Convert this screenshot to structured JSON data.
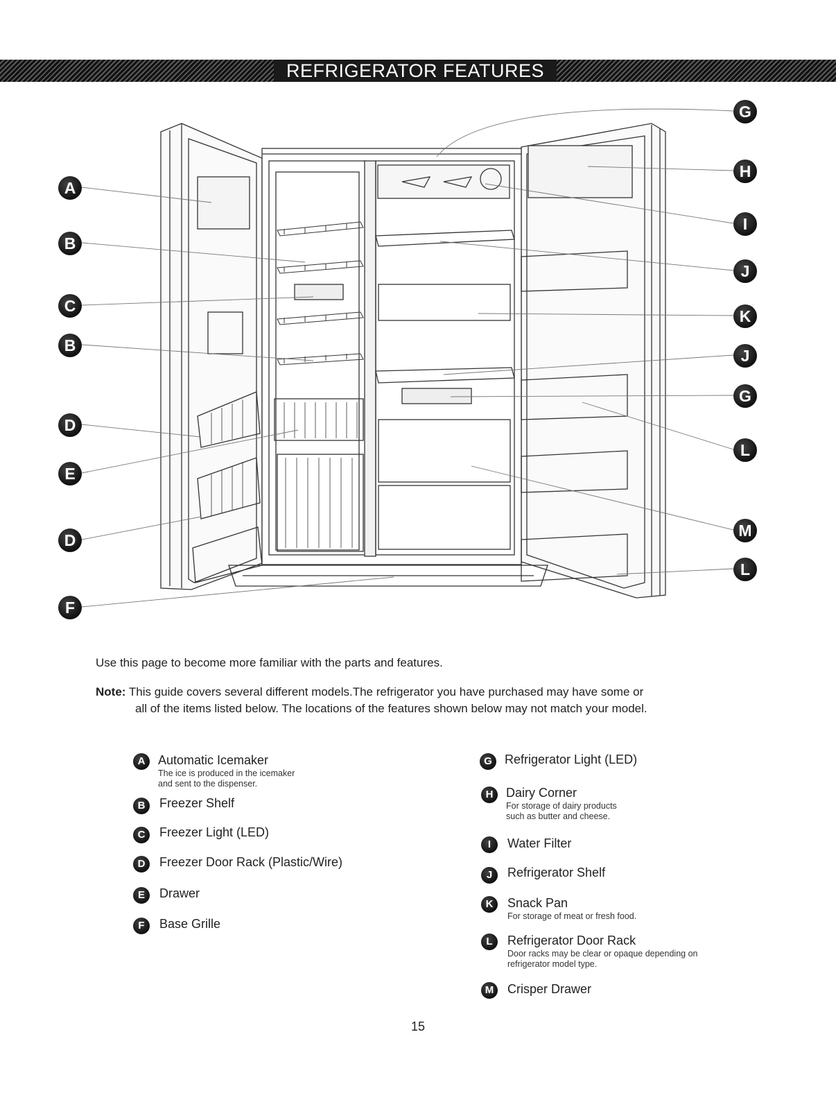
{
  "header": {
    "title": "REFRIGERATOR FEATURES"
  },
  "diagram": {
    "callouts_left": [
      "A",
      "B",
      "C",
      "B",
      "D",
      "E",
      "D",
      "F"
    ],
    "callouts_right": [
      "G",
      "H",
      "I",
      "J",
      "K",
      "J",
      "G",
      "L",
      "M",
      "L"
    ]
  },
  "intro": "Use this page to become more familiar with the parts and features.",
  "note": {
    "label": "Note:",
    "line1": "This guide covers several different models.The refrigerator you have purchased may have some or",
    "line2": "all of the items listed below. The locations of the features shown below may not match your model."
  },
  "features_left": [
    {
      "key": "A",
      "title": "Automatic Icemaker",
      "desc1": "The ice is produced in the icemaker",
      "desc2": "and sent to the dispenser."
    },
    {
      "key": "B",
      "title": "Freezer Shelf"
    },
    {
      "key": "C",
      "title": "Freezer Light (LED)"
    },
    {
      "key": "D",
      "title": "Freezer Door Rack (Plastic/Wire)"
    },
    {
      "key": "E",
      "title": "Drawer"
    },
    {
      "key": "F",
      "title": "Base Grille"
    }
  ],
  "features_right": [
    {
      "key": "G",
      "title": "Refrigerator Light (LED)"
    },
    {
      "key": "H",
      "title": "Dairy Corner",
      "desc1": "For storage of dairy products",
      "desc2": "such as butter and cheese."
    },
    {
      "key": "I",
      "title": "Water Filter"
    },
    {
      "key": "J",
      "title": "Refrigerator Shelf"
    },
    {
      "key": "K",
      "title": "Snack Pan",
      "desc1": "For storage of meat or fresh food."
    },
    {
      "key": "L",
      "title": "Refrigerator Door Rack",
      "desc1": "Door racks may be clear or opaque depending on",
      "desc2": "refrigerator model type."
    },
    {
      "key": "M",
      "title": "Crisper Drawer"
    }
  ],
  "page_number": "15"
}
